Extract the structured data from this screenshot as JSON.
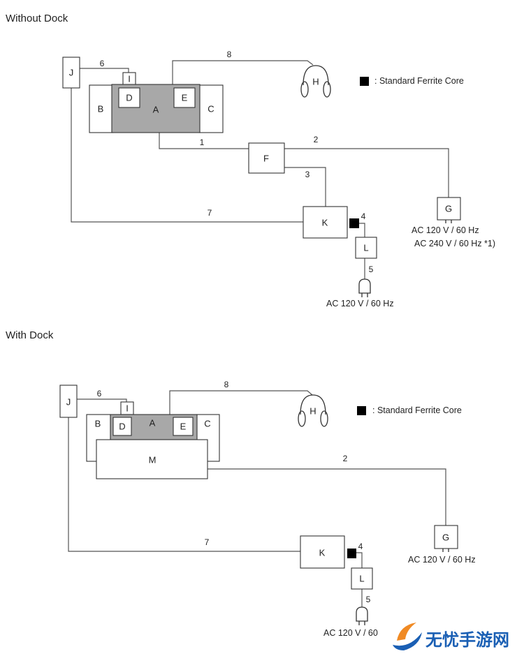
{
  "sections": {
    "without_dock": {
      "title": "Without Dock",
      "legend": ": Standard Ferrite Core",
      "boxes": {
        "A": "A",
        "B": "B",
        "C": "C",
        "D": "D",
        "E": "E",
        "F": "F",
        "G": "G",
        "H": "H",
        "I": "I",
        "J": "J",
        "K": "K",
        "L": "L"
      },
      "cables": {
        "c1": "1",
        "c2": "2",
        "c3": "3",
        "c4": "4",
        "c5": "5",
        "c6": "6",
        "c7": "7",
        "c8": "8"
      },
      "g_power": "AC 120 V / 60 Hz",
      "g_power_alt": "AC 240 V / 60 Hz *1)",
      "outlet_power": "AC 120 V / 60 Hz"
    },
    "with_dock": {
      "title": "With Dock",
      "legend": ": Standard Ferrite Core",
      "boxes": {
        "A": "A",
        "B": "B",
        "C": "C",
        "D": "D",
        "E": "E",
        "G": "G",
        "H": "H",
        "I": "I",
        "J": "J",
        "K": "K",
        "L": "L",
        "M": "M"
      },
      "cables": {
        "c2": "2",
        "c4": "4",
        "c5": "5",
        "c6": "6",
        "c7": "7",
        "c8": "8"
      },
      "g_power": "AC 120 V / 60 Hz",
      "outlet_power": "AC 120 V / 60"
    }
  },
  "watermark": {
    "text": "无忧手游网"
  }
}
